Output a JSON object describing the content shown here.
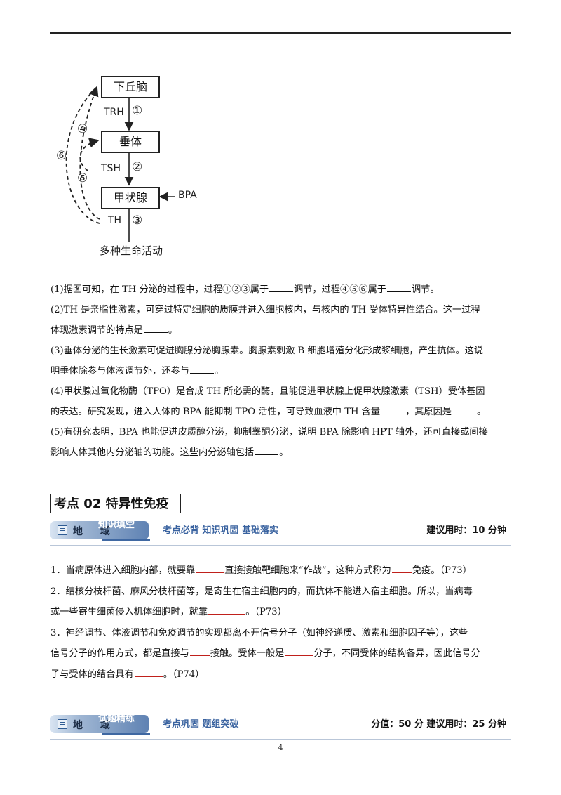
{
  "diagram": {
    "boxes": [
      "下丘脑",
      "垂体",
      "甲状腺"
    ],
    "hormones": [
      "TRH",
      "TSH",
      "TH"
    ],
    "arrow_labels": [
      "①",
      "②",
      "③",
      "④",
      "⑤",
      "⑥"
    ],
    "bpa": "BPA",
    "output": "多种生命活动"
  },
  "questions_part1": [
    {
      "pre": "(1)据图可知，在 TH 分泌的过程中，过程①②③属于",
      "mid": "调节，过程④⑤⑥属于",
      "post": "调节。"
    },
    {
      "line1": "(2)TH 是亲脂性激素，可穿过特定细胞的质膜并进入细胞核内，与核内的 TH 受体特异性结合。这一过程",
      "line2_pre": "体现激素调节的特点是",
      "line2_post": "。"
    },
    {
      "line1": "(3)垂体分泌的生长激素可促进胸腺分泌胸腺素。胸腺素刺激 B 细胞增殖分化形成浆细胞，产生抗体。这说",
      "line2_pre": "明垂体除参与体液调节外，还参与",
      "line2_post": "。"
    },
    {
      "line1": "(4)甲状腺过氧化物酶（TPO）是合成 TH 所必需的酶，且能促进甲状腺上促甲状腺激素（TSH）受体基因",
      "line2_pre": "的表达。研究发现，进入人体的 BPA 能抑制 TPO 活性，可导致血液中 TH 含量",
      "line2_mid": "，其原因是",
      "line2_post": "。"
    },
    {
      "line1": "(5)有研究表明，BPA 也能促进皮质醇分泌，抑制睾酮分泌，说明 BPA 除影响 HPT 轴外，还可直接或间接",
      "line2_pre": "影响人体其他内分泌轴的功能。这些内分泌轴包括",
      "line2_post": "。"
    }
  ],
  "section_title": "考点 02    特异性免疫",
  "banner1": {
    "tag_under": "地    域",
    "tag": "知识填空",
    "middle": "考点必背  知识巩固  基础落实",
    "right": "建议用时：10 分钟"
  },
  "questions_part2": [
    {
      "pre": "1．当病原体进入细胞内部，就要靠",
      "mid": "直接接触靶细胞来“作战”，这种方式称为",
      "post": "免疫。（P73）"
    },
    {
      "line1": "2．结核分枝杆菌、麻风分枝杆菌等，是寄生在宿主细胞内的，而抗体不能进入宿主细胞。所以，当病毒",
      "line2_pre": "或一些寄生细菌侵入机体细胞时，就靠",
      "line2_post": "。（P73）"
    },
    {
      "line1": "3．神经调节、体液调节和免疫调节的实现都离不开信号分子（如神经递质、激素和细胞因子等），这些",
      "line2_pre": "信号分子的作用方式，都是直接与",
      "line2_mid": "接触。受体一般是",
      "line2_post": "分子，不同受体的结构各异，因此信号分",
      "line3_pre": "子与受体的结合具有",
      "line3_post": "。（P74）"
    }
  ],
  "banner2": {
    "tag_under": "地    域",
    "tag": "试题精练",
    "middle": "考点巩固  题组突破",
    "right": "分值：50 分    建议用时：25 分钟"
  },
  "page_number": "4"
}
